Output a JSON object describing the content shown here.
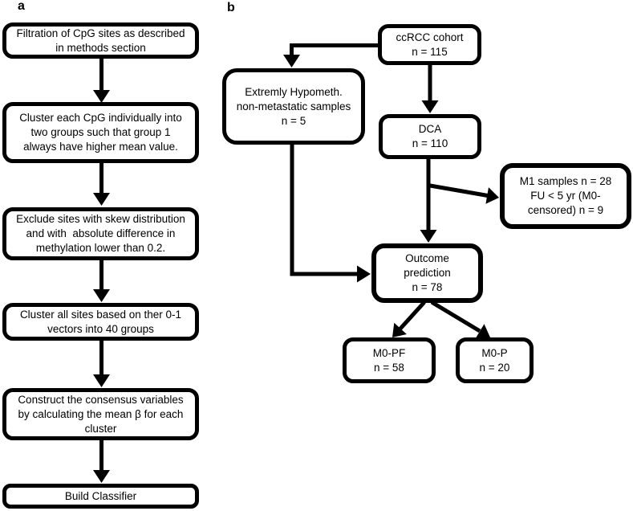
{
  "figure": {
    "background_color": "#ffffff",
    "ink_color": "#000000"
  },
  "panel_a": {
    "label": "a",
    "boxes": [
      {
        "name": "filtration",
        "lines": [
          "Filtration of CpG sites as described",
          "in methods section"
        ]
      },
      {
        "name": "cluster-each-cpg",
        "lines": [
          "Cluster each CpG individually into",
          "two groups such that group 1",
          "always have higher mean value."
        ]
      },
      {
        "name": "exclude-sites",
        "lines": [
          "Exclude sites with skew distribution",
          "and with  absolute difference in",
          "methylation lower than 0.2."
        ]
      },
      {
        "name": "cluster-all-sites",
        "lines": [
          "Cluster all sites based on ther 0-1",
          "vectors into 40 groups"
        ]
      },
      {
        "name": "construct-consensus",
        "lines": [
          "Construct the consensus variables",
          "by calculating the mean β for each",
          "cluster"
        ]
      },
      {
        "name": "build-classifier",
        "lines": [
          "Build Classifier"
        ]
      }
    ]
  },
  "panel_b": {
    "label": "b",
    "boxes": [
      {
        "name": "ccrcc-cohort",
        "lines": [
          "ccRCC cohort",
          "n = 115"
        ]
      },
      {
        "name": "extremely-hypometh",
        "lines": [
          "Extremly Hypometh.",
          "non-metastatic samples",
          "n = 5"
        ]
      },
      {
        "name": "dca",
        "lines": [
          "DCA",
          "n = 110"
        ]
      },
      {
        "name": "m1-samples",
        "lines": [
          "M1 samples n = 28",
          "FU < 5 yr (M0-",
          "censored) n = 9"
        ]
      },
      {
        "name": "outcome-prediction",
        "lines": [
          "Outcome",
          "prediction",
          "n = 78"
        ]
      },
      {
        "name": "m0-pf",
        "lines": [
          "M0-PF",
          "n = 58"
        ]
      },
      {
        "name": "m0-p",
        "lines": [
          "M0-P",
          "n = 20"
        ]
      }
    ]
  }
}
